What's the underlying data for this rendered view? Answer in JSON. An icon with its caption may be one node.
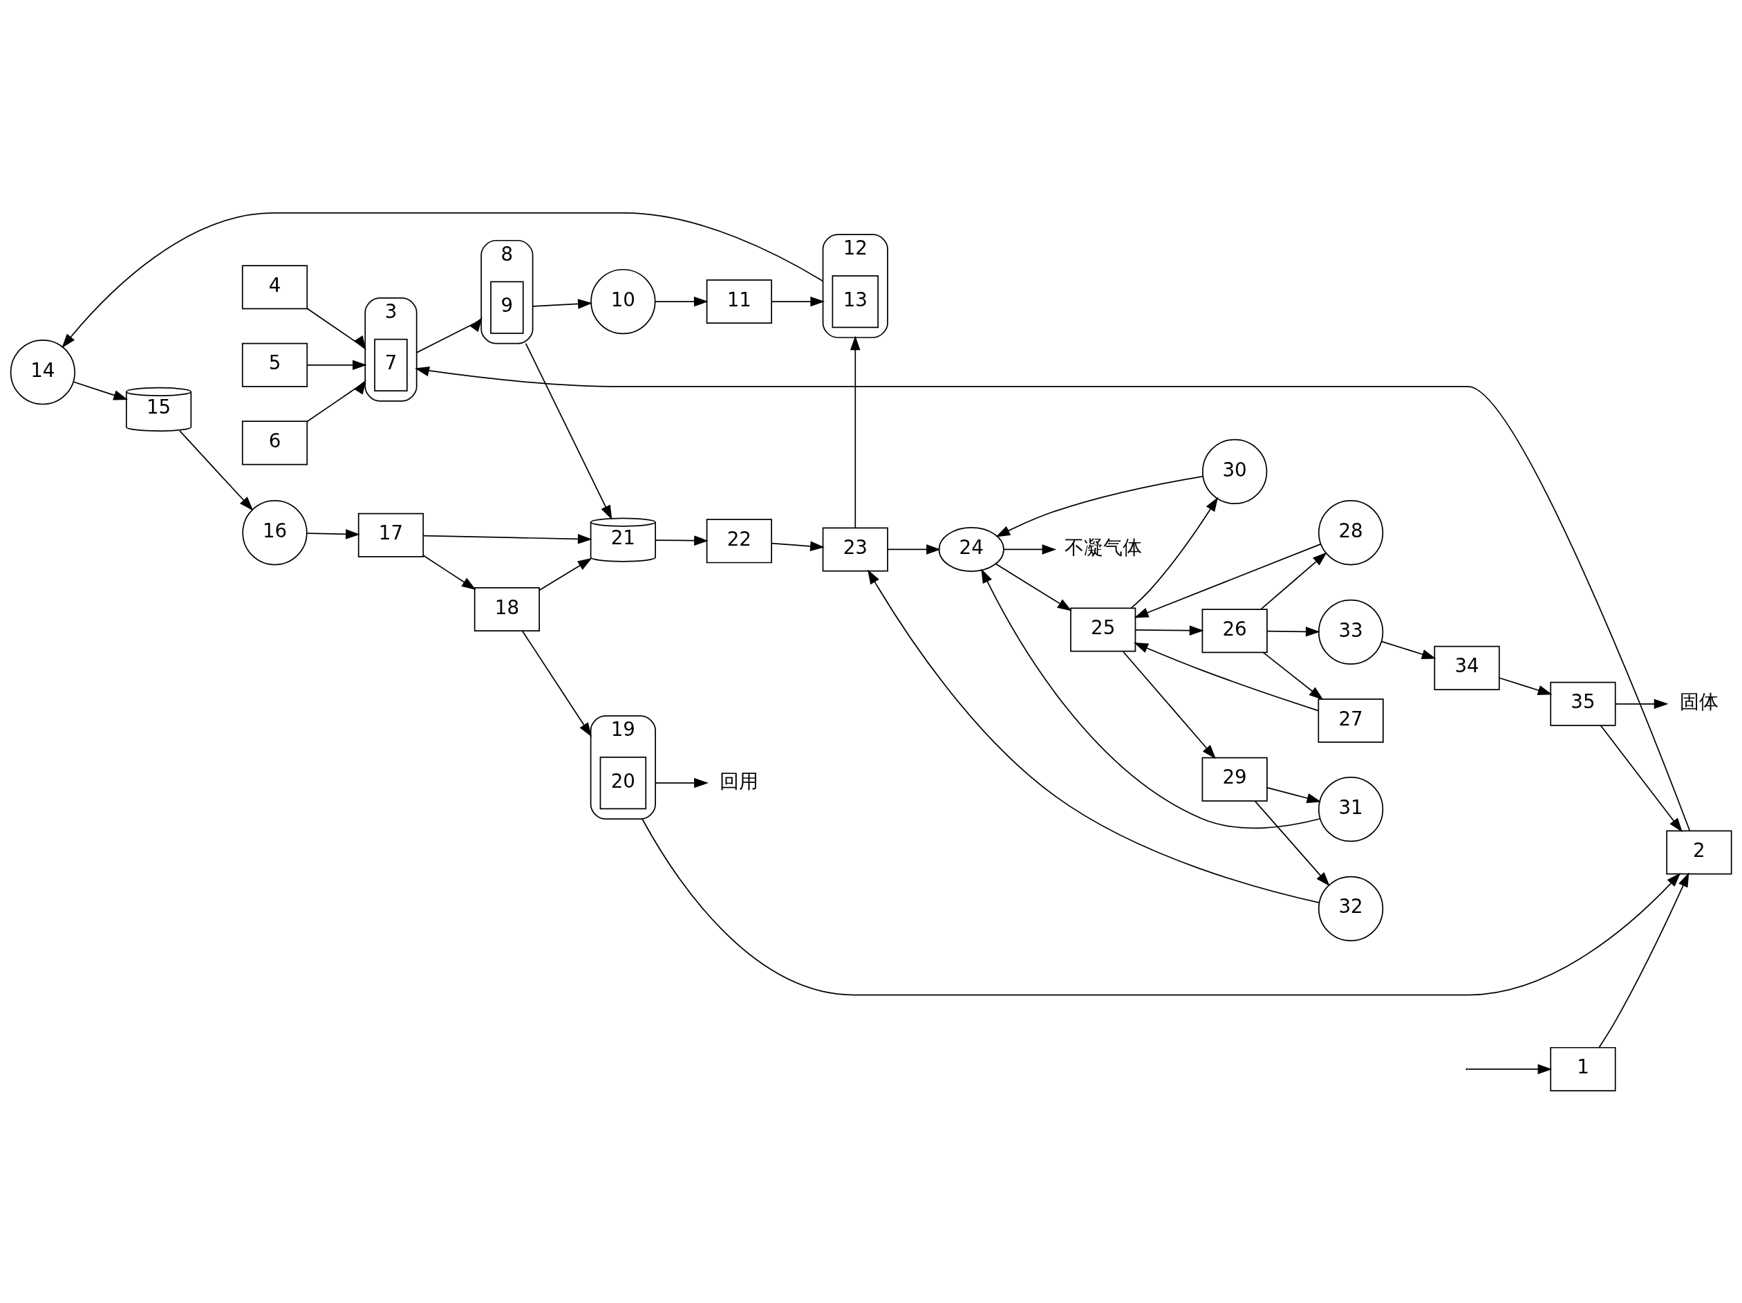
{
  "diagram": {
    "nodes": [
      {
        "text": [
          "1"
        ]
      },
      {
        "text": [
          "2"
        ]
      },
      {
        "text": [
          "3"
        ]
      },
      {
        "text": [
          "4"
        ]
      },
      {
        "text": [
          "5"
        ]
      },
      {
        "text": [
          "6"
        ]
      },
      {
        "text": [
          "7"
        ],
        "in": 2
      },
      {
        "text": [
          "8"
        ]
      },
      {
        "text": [
          "9"
        ],
        "in": 7
      },
      {
        "text": [
          "10"
        ]
      },
      {
        "text": [
          "11"
        ]
      },
      {
        "text": [
          "12"
        ]
      },
      {
        "text": [
          "13"
        ],
        "in": 11
      },
      {
        "text": [
          "14"
        ]
      },
      {
        "text": [
          "15"
        ]
      },
      {
        "text": [
          "16"
        ]
      },
      {
        "text": [
          "17"
        ]
      },
      {
        "text": [
          "18"
        ]
      },
      {
        "text": [
          "19"
        ]
      },
      {
        "text": [
          "20"
        ],
        "in": 18
      },
      {
        "text": [
          "21"
        ]
      },
      {
        "text": [
          "22"
        ]
      },
      {
        "text": [
          "23"
        ]
      },
      {
        "text": [
          "24"
        ]
      },
      {
        "text": [
          "25"
        ]
      },
      {
        "text": [
          "26"
        ]
      },
      {
        "text": [
          "27"
        ]
      },
      {
        "text": [
          "28"
        ]
      },
      {
        "text": [
          "29"
        ]
      },
      {
        "text": [
          "30"
        ]
      },
      {
        "text": [
          "31"
        ]
      },
      {
        "text": [
          "32"
        ]
      },
      {
        "text": [
          "33"
        ]
      },
      {
        "text": [
          "34"
        ]
      },
      {
        "text": [
          "35"
        ]
      },
      {
        "text": [
          "回用"
        ]
      },
      {
        "text": [
          "固体"
        ]
      },
      {
        "text": [
          "不凝气体"
        ]
      }
    ],
    "edges": [
      {
        "from": null,
        "to": 0,
        "arrow": "to"
      },
      {
        "from": 0,
        "to": 1,
        "arrow": "to"
      },
      {
        "from": 1,
        "to": 2,
        "arrow": "to"
      },
      {
        "from": 3,
        "to": 2,
        "arrow": "to"
      },
      {
        "from": 4,
        "to": 2,
        "arrow": "to"
      },
      {
        "from": 5,
        "to": 2,
        "arrow": "to"
      },
      {
        "from": 2,
        "to": 7,
        "arrow": "to"
      },
      {
        "from": 7,
        "to": 20,
        "arrow": "to"
      },
      {
        "from": 7,
        "to": 9,
        "arrow": "to"
      },
      {
        "from": 9,
        "to": 10,
        "arrow": "to"
      },
      {
        "from": 10,
        "to": 11,
        "arrow": "to"
      },
      {
        "from": 11,
        "to": 13,
        "arrow": "to"
      },
      {
        "from": 13,
        "to": 14,
        "arrow": "to"
      },
      {
        "from": 14,
        "to": 15,
        "arrow": "to"
      },
      {
        "from": 15,
        "to": 16,
        "arrow": "to"
      },
      {
        "from": 16,
        "to": 17,
        "arrow": "to"
      },
      {
        "from": 17,
        "to": 18,
        "arrow": "to"
      },
      {
        "from": 18,
        "to": 1,
        "arrow": "to"
      },
      {
        "from": 18,
        "to": 35,
        "arrow": "to"
      },
      {
        "from": 17,
        "to": 20,
        "arrow": "to"
      },
      {
        "from": 16,
        "to": 20,
        "arrow": "to"
      },
      {
        "from": 20,
        "to": 21,
        "arrow": "to"
      },
      {
        "from": 21,
        "to": 22,
        "arrow": "to"
      },
      {
        "from": 22,
        "to": 11,
        "arrow": "to"
      },
      {
        "from": 22,
        "to": 23,
        "arrow": "to"
      },
      {
        "from": 23,
        "to": 24,
        "arrow": "to"
      },
      {
        "from": 23,
        "to": 37,
        "arrow": "to"
      },
      {
        "from": 24,
        "to": 25,
        "arrow": "to"
      },
      {
        "from": 25,
        "to": 26,
        "arrow": "to"
      },
      {
        "from": 26,
        "to": 24,
        "arrow": "to"
      },
      {
        "from": 25,
        "to": 27,
        "arrow": "to"
      },
      {
        "from": 27,
        "to": 24,
        "arrow": "to"
      },
      {
        "from": 24,
        "to": 28,
        "arrow": "to"
      },
      {
        "from": 24,
        "to": 29,
        "arrow": "to"
      },
      {
        "from": 28,
        "to": 30,
        "arrow": "to"
      },
      {
        "from": 29,
        "to": 23,
        "arrow": "to"
      },
      {
        "from": 30,
        "to": 23,
        "arrow": "to"
      },
      {
        "from": 28,
        "to": 31,
        "arrow": "to"
      },
      {
        "from": 31,
        "to": 22,
        "arrow": "to"
      },
      {
        "from": 25,
        "to": 32,
        "arrow": "to"
      },
      {
        "from": 32,
        "to": 33,
        "arrow": "to"
      },
      {
        "from": 33,
        "to": 34,
        "arrow": "to"
      },
      {
        "from": 34,
        "to": 36,
        "arrow": "to"
      },
      {
        "from": 34,
        "to": 1,
        "arrow": "to"
      }
    ]
  }
}
